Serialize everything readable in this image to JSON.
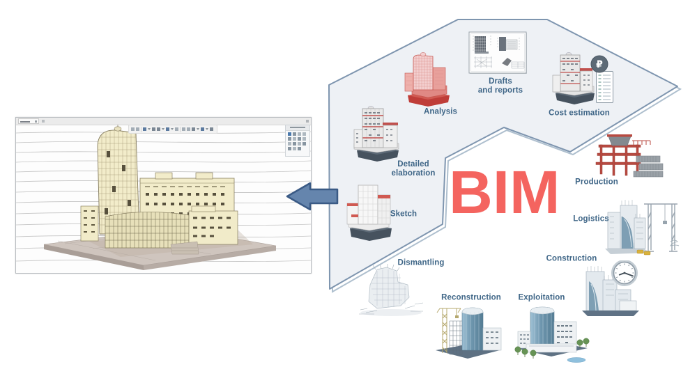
{
  "diagram": {
    "title": "BIM",
    "title_color": "#f4645f",
    "label_color": "#3f6687",
    "shape": {
      "fill": "#eef1f5",
      "stroke": "#7e95af"
    },
    "arrow_color": "#6585ad",
    "accent_red": "#c0504d",
    "glass_blue": "#7e9fb4",
    "currency_symbol": "₽",
    "inner_stages": [
      {
        "id": "sketch",
        "label": "Sketch"
      },
      {
        "id": "detailed-elaboration",
        "label": "Detailed\nelaboration"
      },
      {
        "id": "analysis",
        "label": "Analysis"
      },
      {
        "id": "drafts-reports",
        "label": "Drafts\nand reports"
      },
      {
        "id": "cost-estimation",
        "label": "Cost estimation"
      }
    ],
    "outer_stages": [
      {
        "id": "production",
        "label": "Production"
      },
      {
        "id": "logistics",
        "label": "Logistics"
      },
      {
        "id": "construction",
        "label": "Construction"
      },
      {
        "id": "exploitation",
        "label": "Exploitation"
      },
      {
        "id": "reconstruction",
        "label": "Reconstruction"
      },
      {
        "id": "dismantling",
        "label": "Dismantling"
      }
    ]
  }
}
